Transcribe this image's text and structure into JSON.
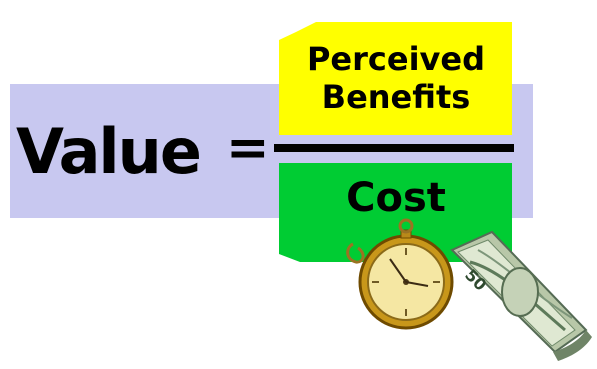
{
  "equation": {
    "lhs": "Value",
    "operator": "=",
    "numerator_line1": "Perceived",
    "numerator_line2": "Benefits",
    "denominator": "Cost"
  },
  "colors": {
    "band": "#c8c8f0",
    "numerator_box": "#ffff00",
    "denominator_box": "#00cc33",
    "fraction_bar": "#000000"
  },
  "illustrations": {
    "watch": "pocket-watch-icon",
    "money": "dollar-bill-icon",
    "bill_denomination": "50"
  }
}
